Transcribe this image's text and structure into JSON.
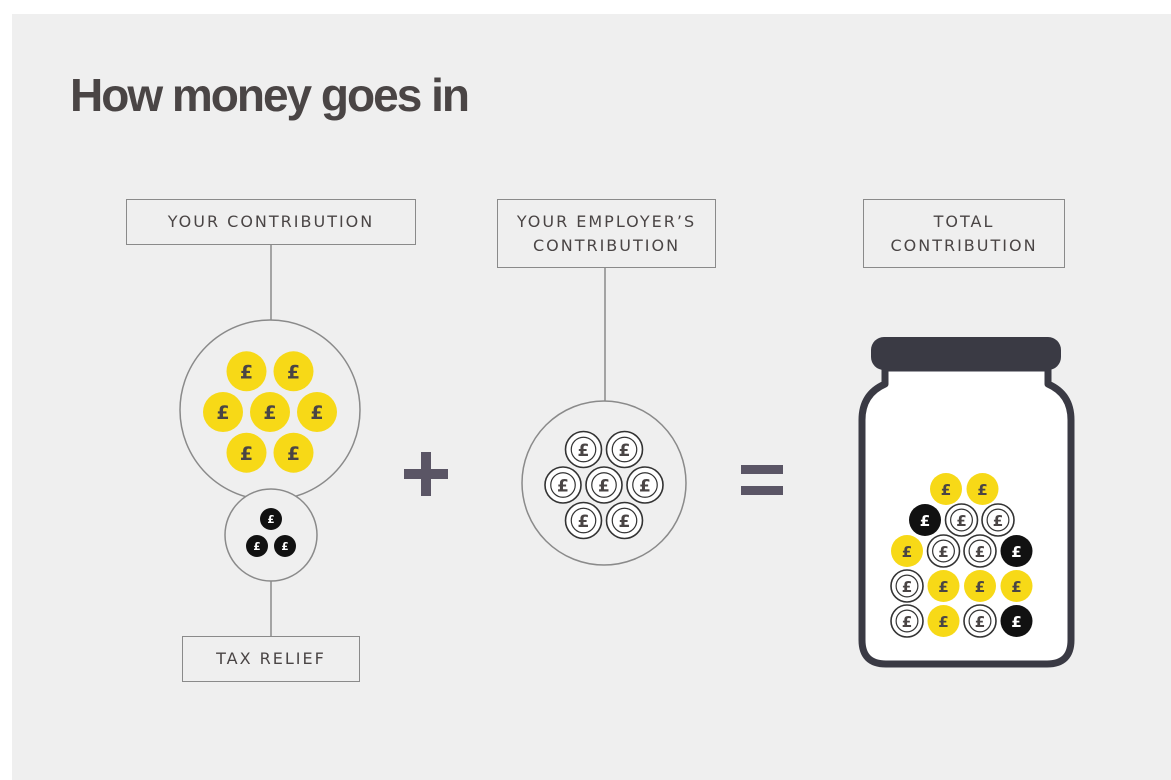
{
  "title": "How money goes in",
  "labels": {
    "your_contribution": "YOUR CONTRIBUTION",
    "employer_contribution": "YOUR EMPLOYER’S\nCONTRIBUTION",
    "total_contribution": "TOTAL\nCONTRIBUTION",
    "tax_relief": "TAX RELIEF"
  },
  "operators": {
    "plus": "+",
    "equals": "="
  },
  "coin_symbol": "£",
  "colors": {
    "background": "#efefef",
    "yellow_coin": "#f7d917",
    "black_coin": "#111111",
    "text": "#4a4545",
    "jar_outline": "#3a3a44",
    "operator": "#5a5565"
  },
  "coin_groups": {
    "your_contribution": {
      "style": "yellow",
      "count": 7
    },
    "tax_relief": {
      "style": "black",
      "count": 3
    },
    "employer_contribution": {
      "style": "outline",
      "count": 7
    },
    "jar": {
      "rows": [
        [
          "yellow",
          "yellow"
        ],
        [
          "black",
          "outline",
          "outline"
        ],
        [
          "yellow",
          "outline",
          "outline",
          "black"
        ],
        [
          "outline",
          "yellow",
          "yellow",
          "yellow"
        ],
        [
          "outline",
          "yellow",
          "outline",
          "black"
        ]
      ]
    }
  }
}
